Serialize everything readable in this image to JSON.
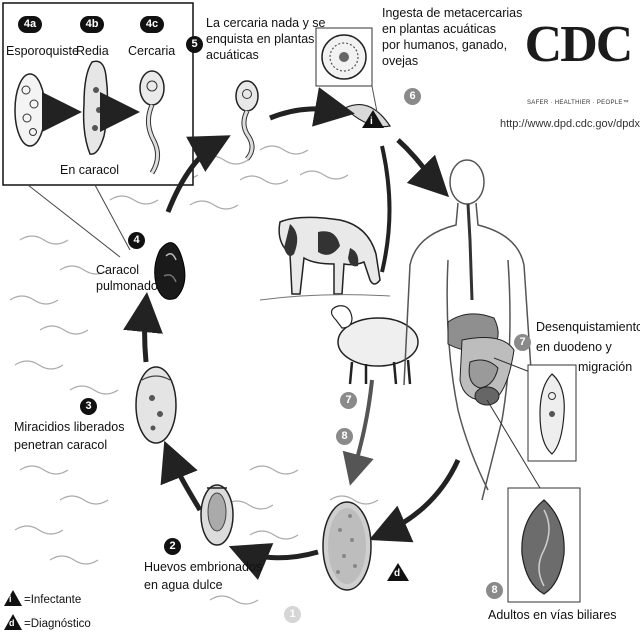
{
  "logo": {
    "text": "CDC",
    "tagline": "SAFER · HEALTHIER · PEOPLE™"
  },
  "source_url": "http://www.dpd.cdc.gov/dpdx",
  "inset": {
    "stages": [
      {
        "id": "4a",
        "label": "Esporoquiste"
      },
      {
        "id": "4b",
        "label": "Redia"
      },
      {
        "id": "4c",
        "label": "Cercaria"
      }
    ],
    "caption": "En caracol"
  },
  "steps": {
    "s1": {
      "num": "1"
    },
    "s2": {
      "num": "2",
      "label_line1": "Huevos embrionados",
      "label_line2": "en agua dulce"
    },
    "s3": {
      "num": "3",
      "label_line1": "Miracidios liberados",
      "label_line2": "penetran caracol"
    },
    "s4": {
      "num": "4",
      "label_line1": "Caracol",
      "label_line2": "pulmonado"
    },
    "s5": {
      "num": "5",
      "label_line1": "La cercaria nada y se",
      "label_line2": "enquista en plantas",
      "label_line3": "acuáticas"
    },
    "s6": {
      "num": "6",
      "label_line1": "Ingesta de metacercarias",
      "label_line2": "en plantas acuáticas",
      "label_line3": "por humanos, ganado,",
      "label_line4": "ovejas"
    },
    "s7a": {
      "num": "7"
    },
    "s7b": {
      "num": "7",
      "label_line1": "Desenquistamiento",
      "label_line2": "en duodeno y",
      "label_line3": "migración"
    },
    "s8a": {
      "num": "8"
    },
    "s8b": {
      "num": "8",
      "label_line1": "Adultos en vías biliares"
    }
  },
  "legend": {
    "infective_symbol": "i",
    "infective_label": "=Infectante",
    "diagnostic_symbol": "d",
    "diagnostic_label": "=Diagnóstico"
  }
}
